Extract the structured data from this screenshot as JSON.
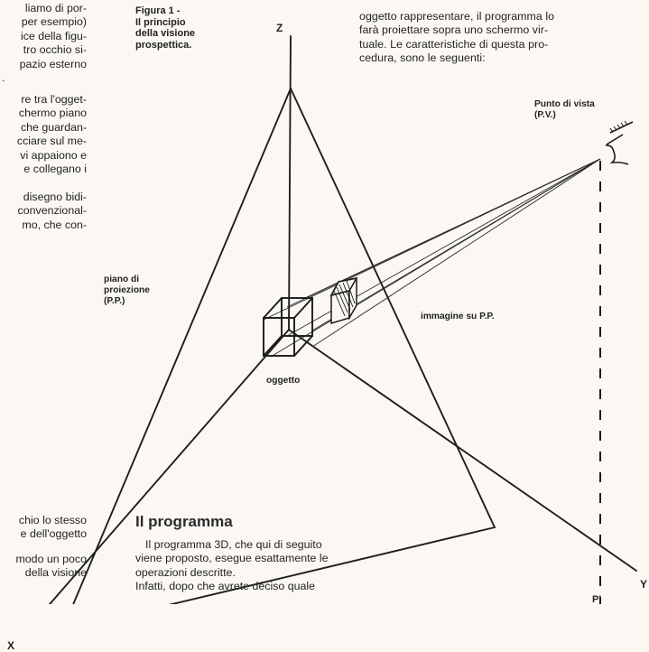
{
  "left_column": {
    "top_lines": [
      "liamo di por-",
      "per esempio)",
      "ice della figu-",
      "tro occhio si-",
      "pazio esterno",
      "."
    ],
    "mid_lines": [
      "re tra l'ogget-",
      "chermo piano",
      "che guardan-",
      "cciare sul me-",
      "vi appaiono e",
      "e collegano i"
    ],
    "lower_lines": [
      "disegno bidi-",
      "convenzional-",
      "mo, che con-"
    ],
    "bottom_lines_a": [
      "chio lo stesso",
      "e dell'oggetto"
    ],
    "bottom_lines_b": [
      "modo un poco",
      "della visione"
    ]
  },
  "caption": [
    "Figura 1 -",
    "Il principio",
    "della visione",
    "prospettica."
  ],
  "right_column": {
    "lines": [
      "oggetto rappresentare, il programma lo",
      "farà proiettare sopra uno schermo vir-",
      "tuale. Le caratteristiche di questa pro-",
      "cedura, sono le seguenti:"
    ]
  },
  "diagram": {
    "axis_z": "Z",
    "axis_x": "X",
    "axis_y": "Y",
    "viewpoint_label": [
      "Punto di vista",
      "(P.V.)"
    ],
    "plane_label": [
      "piano di",
      "proiezione",
      "(P.P.)"
    ],
    "image_label": "immagine su P.P.",
    "object_label": "oggetto",
    "pprime_label": "P'"
  },
  "section": {
    "heading": "Il programma",
    "lines": [
      "Il programma 3D, che qui di seguito",
      "viene proposto, esegue esattamente le",
      "operazioni descritte.",
      "Infatti, dopo che avrete deciso quale"
    ]
  }
}
